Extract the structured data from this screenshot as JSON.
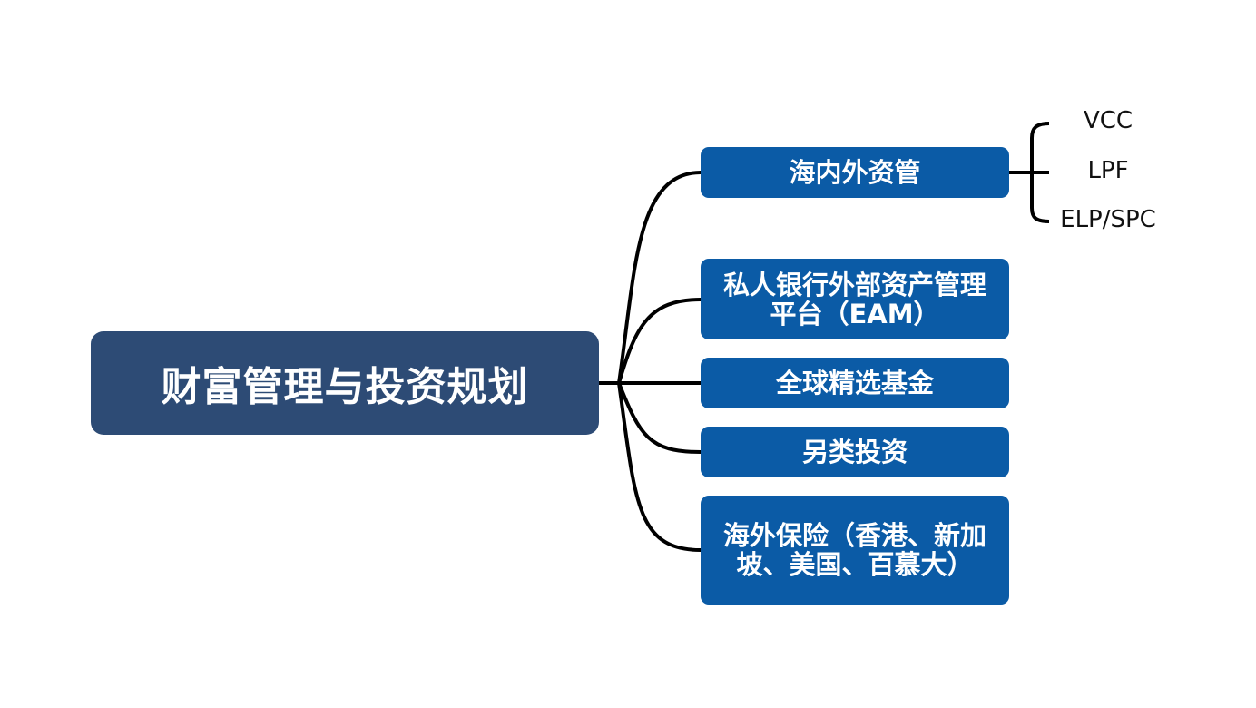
{
  "root": {
    "label": "财富管理与投资规划"
  },
  "branches": [
    {
      "label": "海内外资管"
    },
    {
      "label": "私人银行外部资产管理平台（EAM）"
    },
    {
      "label": "全球精选基金"
    },
    {
      "label": "另类投资"
    },
    {
      "label": "海外保险（香港、新加坡、美国、百慕大）"
    }
  ],
  "leaves": [
    {
      "label": "VCC"
    },
    {
      "label": "LPF"
    },
    {
      "label": "ELP/SPC"
    }
  ],
  "colors": {
    "root_fill": "#2d4b75",
    "branch_fill": "#0b5ba6",
    "connector": "#000000",
    "text_light": "#ffffff",
    "text_dark": "#111111"
  }
}
